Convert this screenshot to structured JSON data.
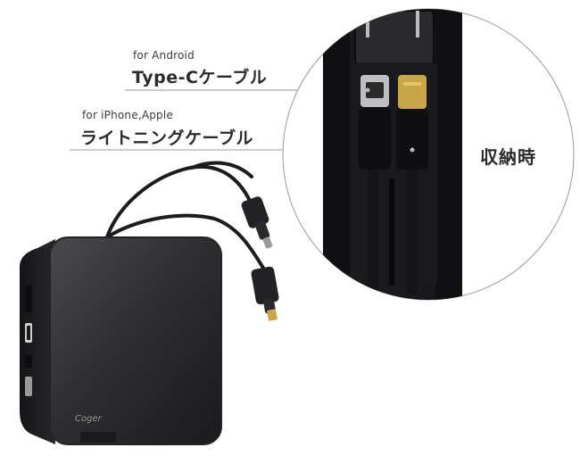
{
  "labels": {
    "android_small": "for Android",
    "android_big": "Type-Cケーブル",
    "iphone_small": "for iPhone,Apple",
    "iphone_big": "ライトニングケーブル",
    "stored": "収納時"
  },
  "device": {
    "brand": "Coger"
  },
  "colors": {
    "body": "#2b2b2d",
    "body_edge": "#111113",
    "callout_line": "#9a9a9a",
    "text": "#2b2b2b"
  },
  "icons": [
    "power-bank-image",
    "usb-c-connector-icon",
    "lightning-connector-icon",
    "magnify-circle"
  ]
}
